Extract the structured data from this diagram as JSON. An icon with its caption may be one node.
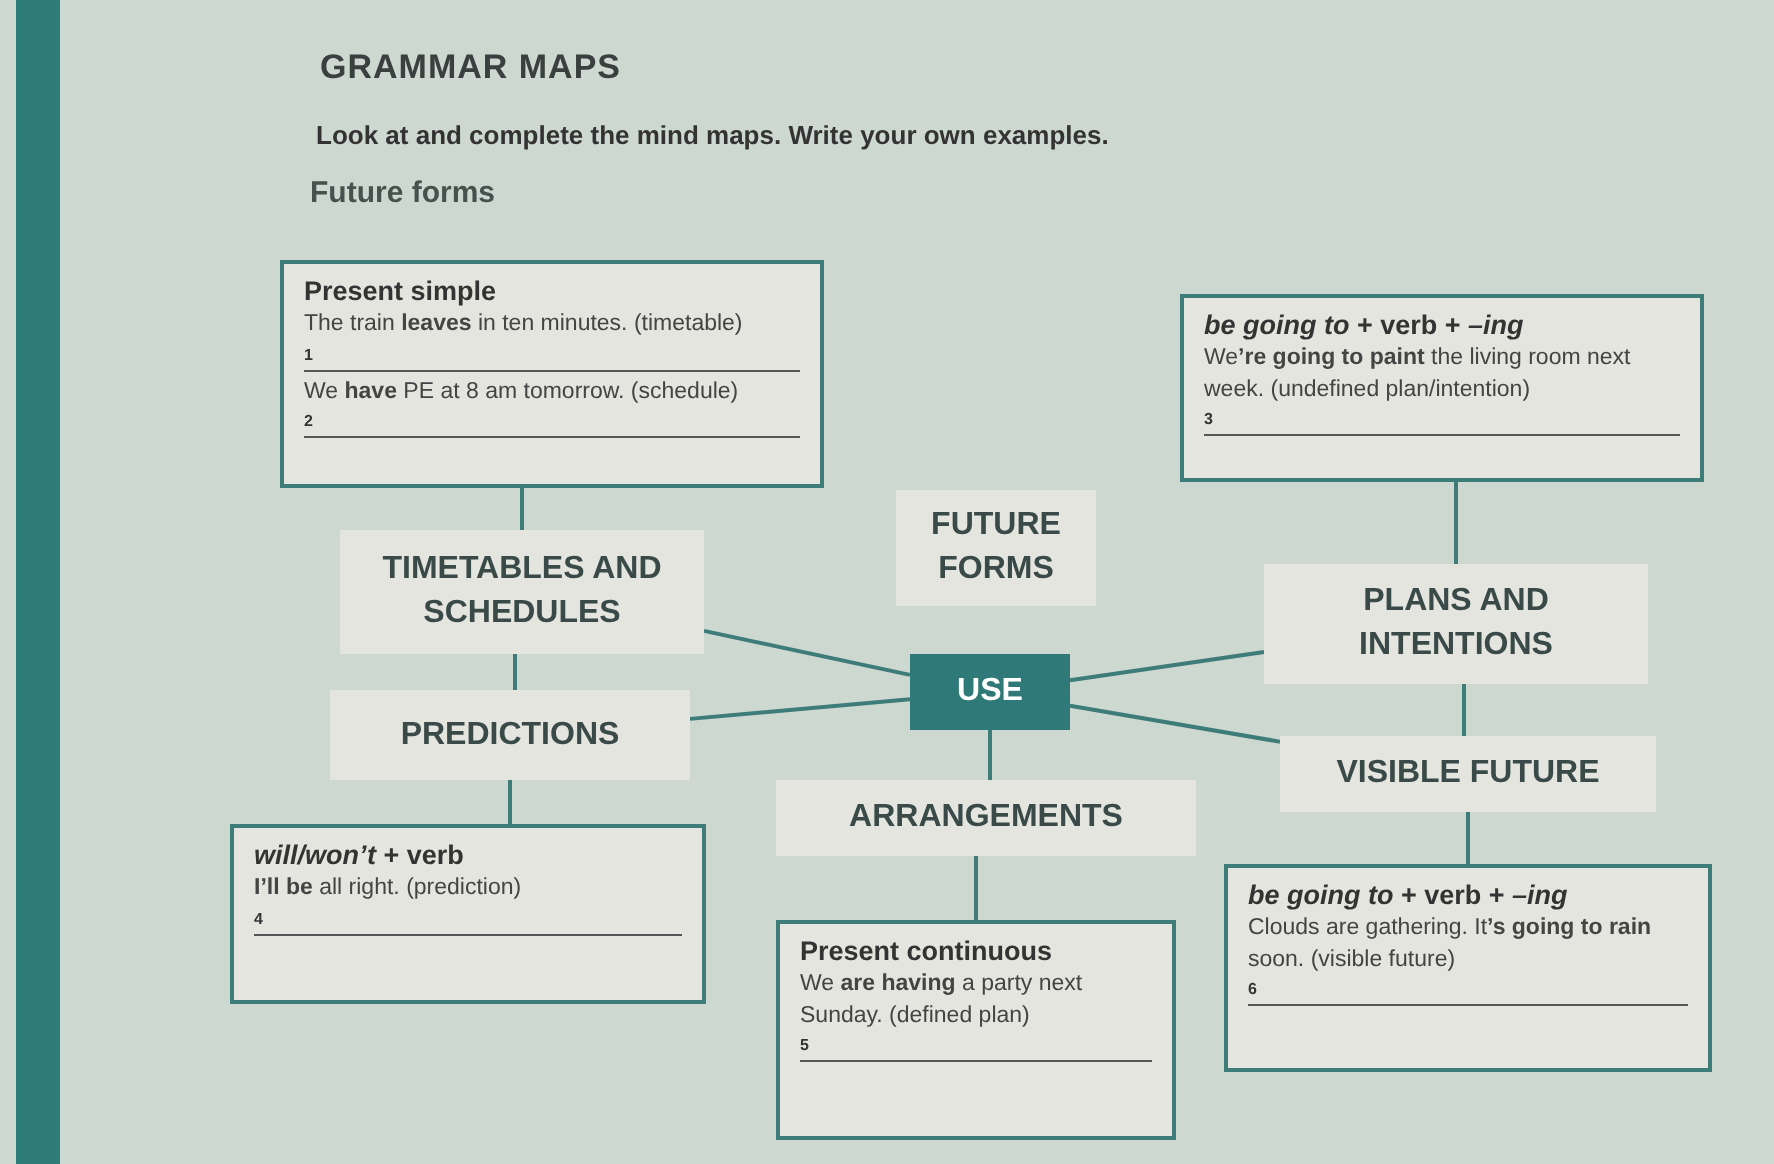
{
  "diagram": {
    "title": "GRAMMAR MAPS",
    "nodes": [
      {
        "text": [
          "FUTURE FORMS"
        ]
      },
      {
        "text": [
          "USE"
        ]
      },
      {
        "text": [
          "TIMETABLES AND SCHEDULES"
        ]
      },
      {
        "text": [
          "PLANS AND INTENTIONS"
        ]
      },
      {
        "text": [
          "PREDICTIONS"
        ]
      },
      {
        "text": [
          "VISIBLE FUTURE"
        ]
      },
      {
        "text": [
          "ARRANGEMENTS"
        ]
      },
      {
        "text": [
          "Present simple",
          "The train **leaves** in ten minutes. (timetable)",
          "1",
          "We **have** PE at 8 am tomorrow. (schedule)",
          "2"
        ]
      },
      {
        "text": [
          "*be going to* + verb + *–ing*",
          "We**’re going to paint** the living room next week. (undefined plan/intention)",
          "3"
        ]
      },
      {
        "text": [
          "*will/won’t* + verb",
          "**I’ll be** all right. (prediction)",
          "4"
        ]
      },
      {
        "text": [
          "Present continuous",
          "We **are having** a party next Sunday. (defined plan)",
          "5"
        ]
      },
      {
        "text": [
          "*be going to* + verb + *–ing*",
          "Clouds are gathering. It**’s going to rain** soon. (visible future)",
          "6"
        ]
      }
    ],
    "edges": [
      {
        "from": 1,
        "to": 2,
        "arrow": "none"
      },
      {
        "from": 1,
        "to": 3,
        "arrow": "none"
      },
      {
        "from": 1,
        "to": 4,
        "arrow": "none"
      },
      {
        "from": 1,
        "to": 5,
        "arrow": "none"
      },
      {
        "from": 1,
        "to": 6,
        "arrow": "none"
      },
      {
        "from": 7,
        "to": 2,
        "arrow": "none"
      },
      {
        "from": 2,
        "to": 4,
        "arrow": "none"
      },
      {
        "from": 4,
        "to": 9,
        "arrow": "none"
      },
      {
        "from": 8,
        "to": 3,
        "arrow": "none"
      },
      {
        "from": 3,
        "to": 5,
        "arrow": "none"
      },
      {
        "from": 5,
        "to": 11,
        "arrow": "none"
      },
      {
        "from": 6,
        "to": 10,
        "arrow": "none"
      }
    ],
    "labels": [
      "Look at and complete the mind maps. Write your own examples.",
      "Future forms"
    ]
  }
}
